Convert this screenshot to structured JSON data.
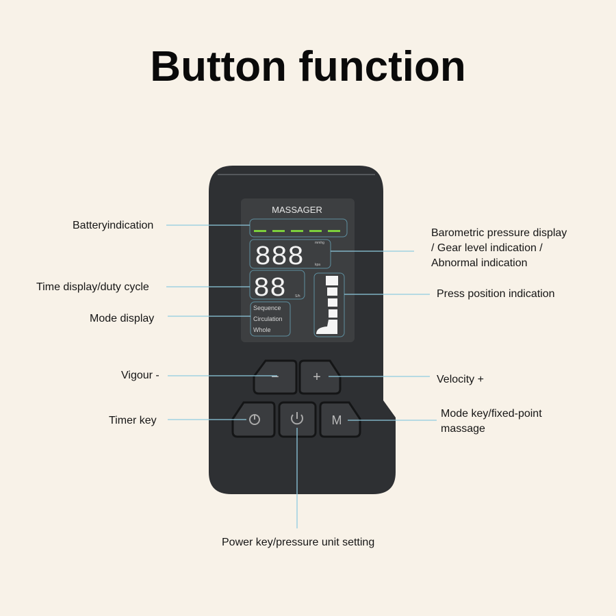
{
  "title": "Button function",
  "device": {
    "brand": "MASSAGER",
    "pressure_units": [
      "mmhg",
      "kpa"
    ],
    "time_unit": "S/h",
    "digits_pressure": "888",
    "digits_time": "88",
    "modes": [
      "Sequence",
      "Circulation",
      "Whole"
    ],
    "battery_bars": 5,
    "keys": {
      "minus": "−",
      "plus": "+",
      "timer": "clock-icon",
      "power": "power-icon",
      "mode": "M"
    }
  },
  "labels": {
    "battery": "Batteryindication",
    "time": "Time display/duty cycle",
    "mode_display": "Mode display",
    "vigour": "Vigour -",
    "timer": "Timer key",
    "pressure": [
      "Barometric pressure display",
      "/ Gear level indication /",
      "Abnormal indication"
    ],
    "press_position": "Press position indication",
    "velocity": "Velocity +",
    "mode_key": [
      "Mode key/fixed-point",
      "massage"
    ],
    "power": "Power key/pressure unit setting"
  },
  "colors": {
    "background": "#f8f2e8",
    "device": "#2e3033",
    "screen": "#3d3f41",
    "line": "#8fcbe0",
    "battery": "#7ccf3c"
  }
}
